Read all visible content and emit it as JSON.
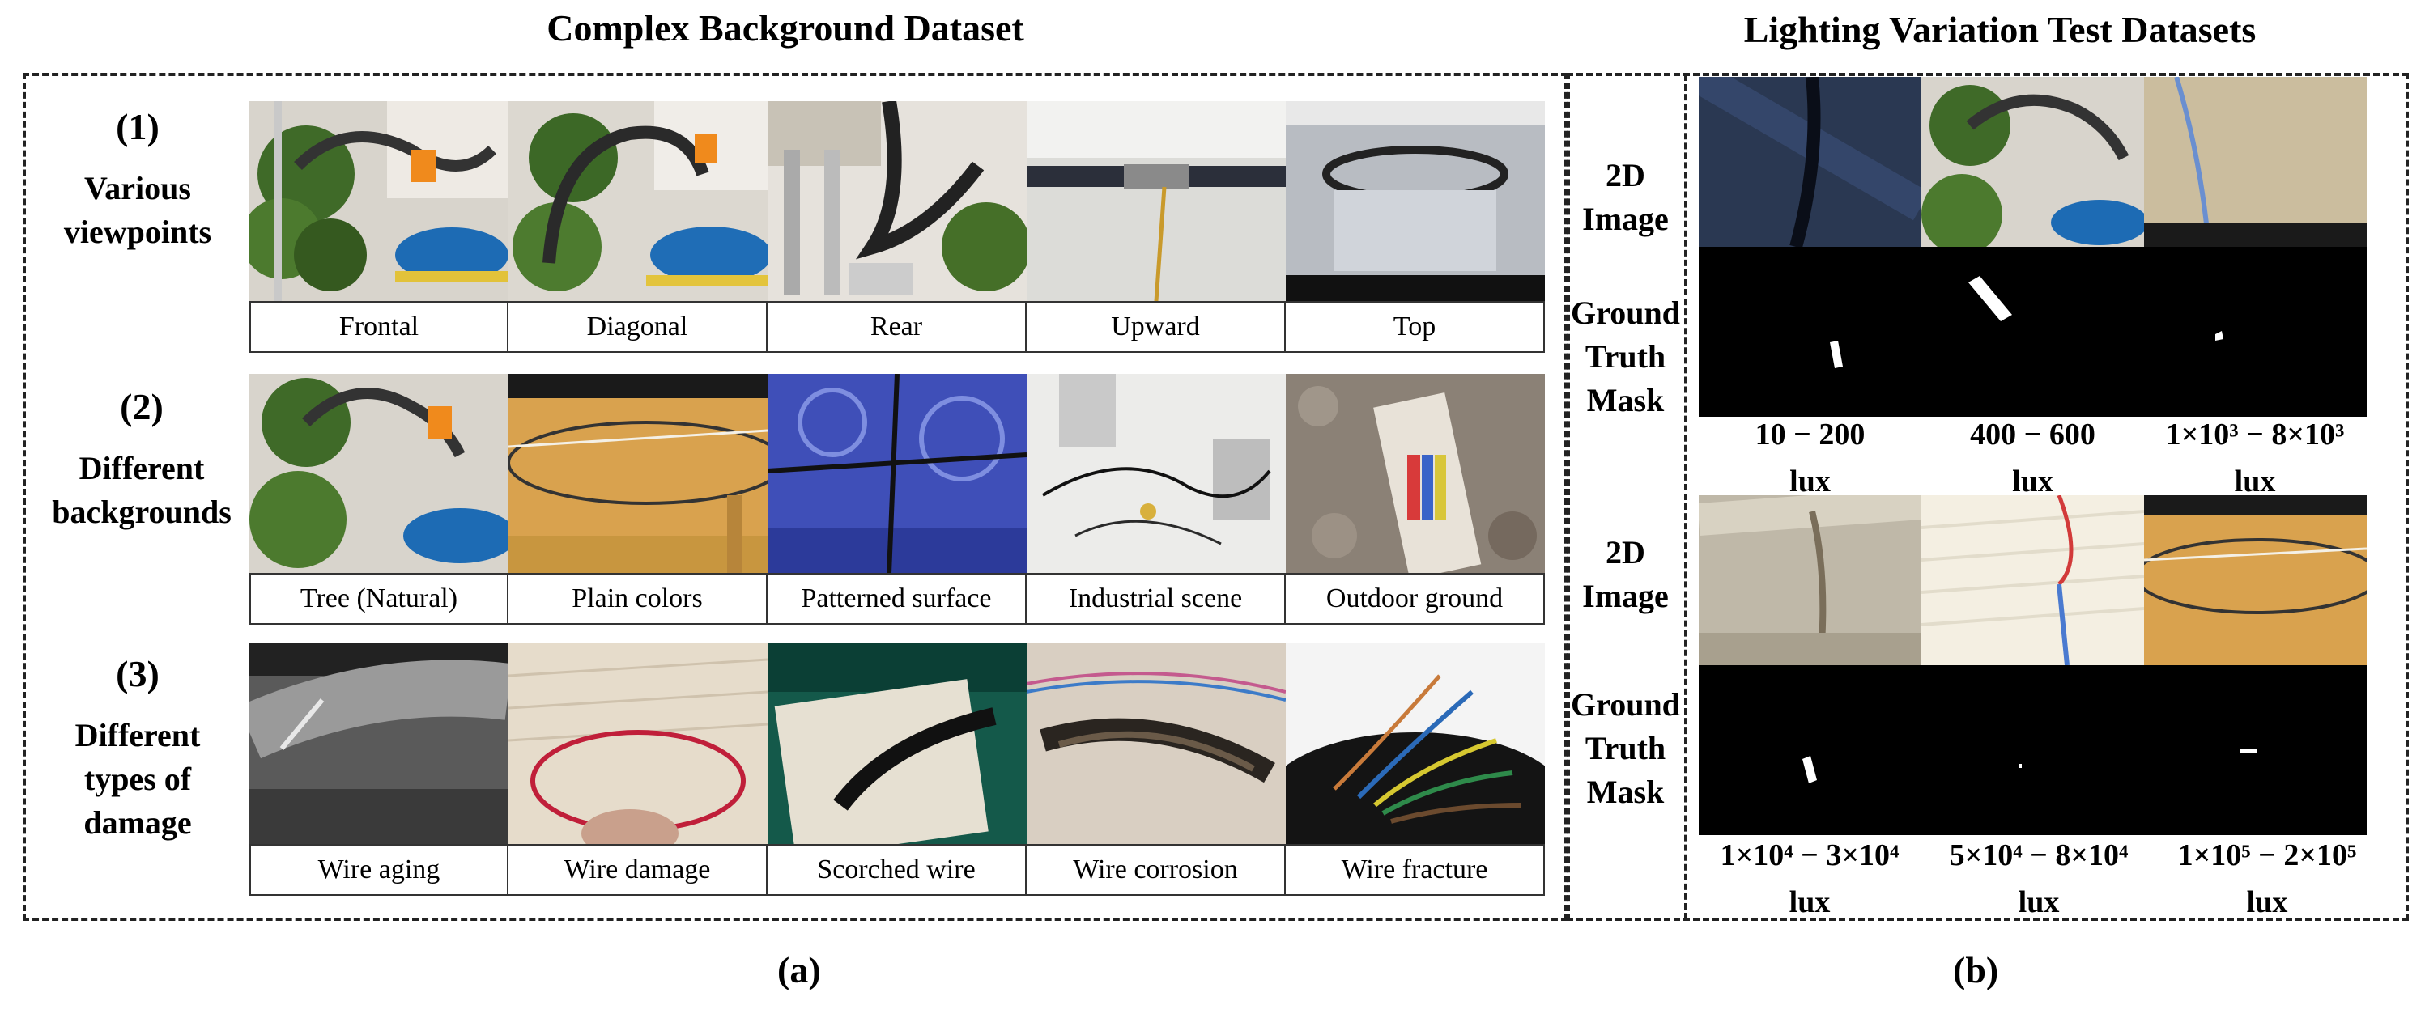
{
  "panel_a": {
    "title": "Complex Background Dataset",
    "caption": "(a)",
    "rows": [
      {
        "number": "(1)",
        "label_lines": [
          "Various",
          "viewpoints"
        ],
        "images": [
          "Frontal",
          "Diagonal",
          "Rear",
          "Upward",
          "Top"
        ]
      },
      {
        "number": "(2)",
        "label_lines": [
          "Different",
          "backgrounds"
        ],
        "images": [
          "Tree (Natural)",
          "Plain colors",
          "Patterned surface",
          "Industrial scene",
          "Outdoor ground"
        ]
      },
      {
        "number": "(3)",
        "label_lines": [
          "Different",
          "types of",
          "damage"
        ],
        "images": [
          "Wire aging",
          "Wire damage",
          "Scorched wire",
          "Wire corrosion",
          "Wire fracture"
        ]
      }
    ]
  },
  "panel_b": {
    "title": "Lighting Variation Test Datasets",
    "caption": "(b)",
    "image_label_lines": [
      "2D",
      "Image"
    ],
    "mask_label_lines": [
      "Ground",
      "Truth",
      "Mask"
    ],
    "lux_top": [
      [
        "10 − 200",
        "lux"
      ],
      [
        "400 − 600",
        "lux"
      ],
      [
        "1×10³ − 8×10³",
        "lux"
      ]
    ],
    "lux_bottom": [
      [
        "1×10⁴ − 3×10⁴",
        "lux"
      ],
      [
        "5×10⁴ − 8×10⁴",
        "lux"
      ],
      [
        "1×10⁵ − 2×10⁵",
        "lux"
      ]
    ]
  }
}
